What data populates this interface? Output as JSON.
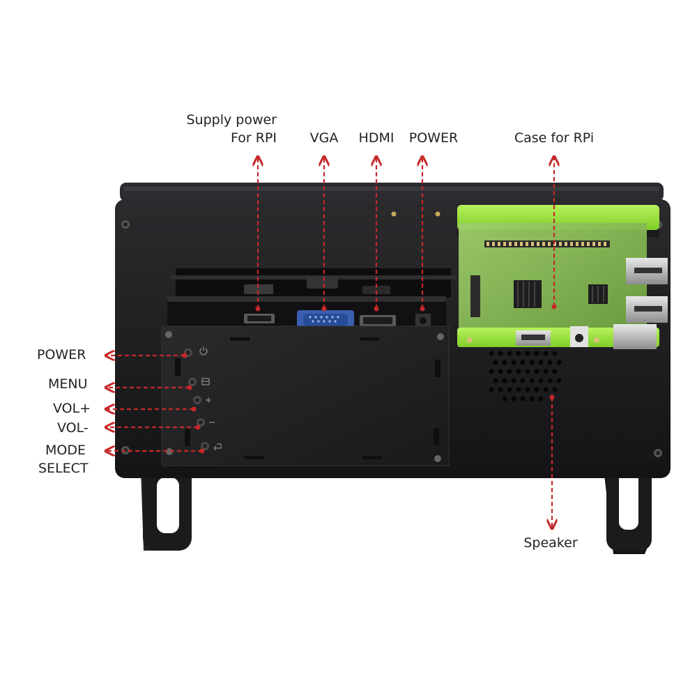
{
  "colors": {
    "background": "#ffffff",
    "callout": "#c62828",
    "label_text": "#222222",
    "device_body": "#1d1d1f",
    "device_edge": "#3a3a3c",
    "case_accent": "#9be33a",
    "board_green": "#7fb24a",
    "metal": "#b9b9b9"
  },
  "labels": {
    "supply_line1": "Supply power",
    "supply_line2": "For RPI",
    "vga": "VGA",
    "hdmi": "HDMI",
    "power_top": "POWER",
    "case": "Case for RPi",
    "speaker": "Speaker",
    "power_side": "POWER",
    "menu": "MENU",
    "vol_plus": "VOL+",
    "vol_minus": "VOL-",
    "mode_line1": "MODE",
    "mode_line2": "SELECT"
  },
  "icons": {
    "button_power": "power-icon",
    "button_menu": "menu-icon",
    "button_vol_plus": "plus-icon",
    "button_vol_minus": "minus-icon",
    "button_mode": "return-icon"
  }
}
